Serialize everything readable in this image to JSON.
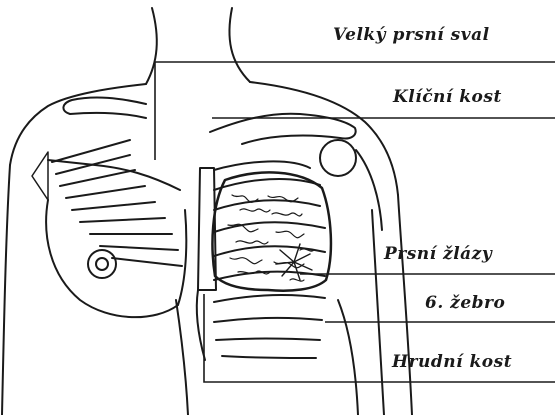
{
  "labels": [
    "Velký prsní sval",
    "Klíční kost",
    "Prsní žlázy",
    "6. žebro",
    "Hrudní kost"
  ],
  "colors": {
    "line": "#1a1a1a",
    "background": "#ffffff"
  }
}
